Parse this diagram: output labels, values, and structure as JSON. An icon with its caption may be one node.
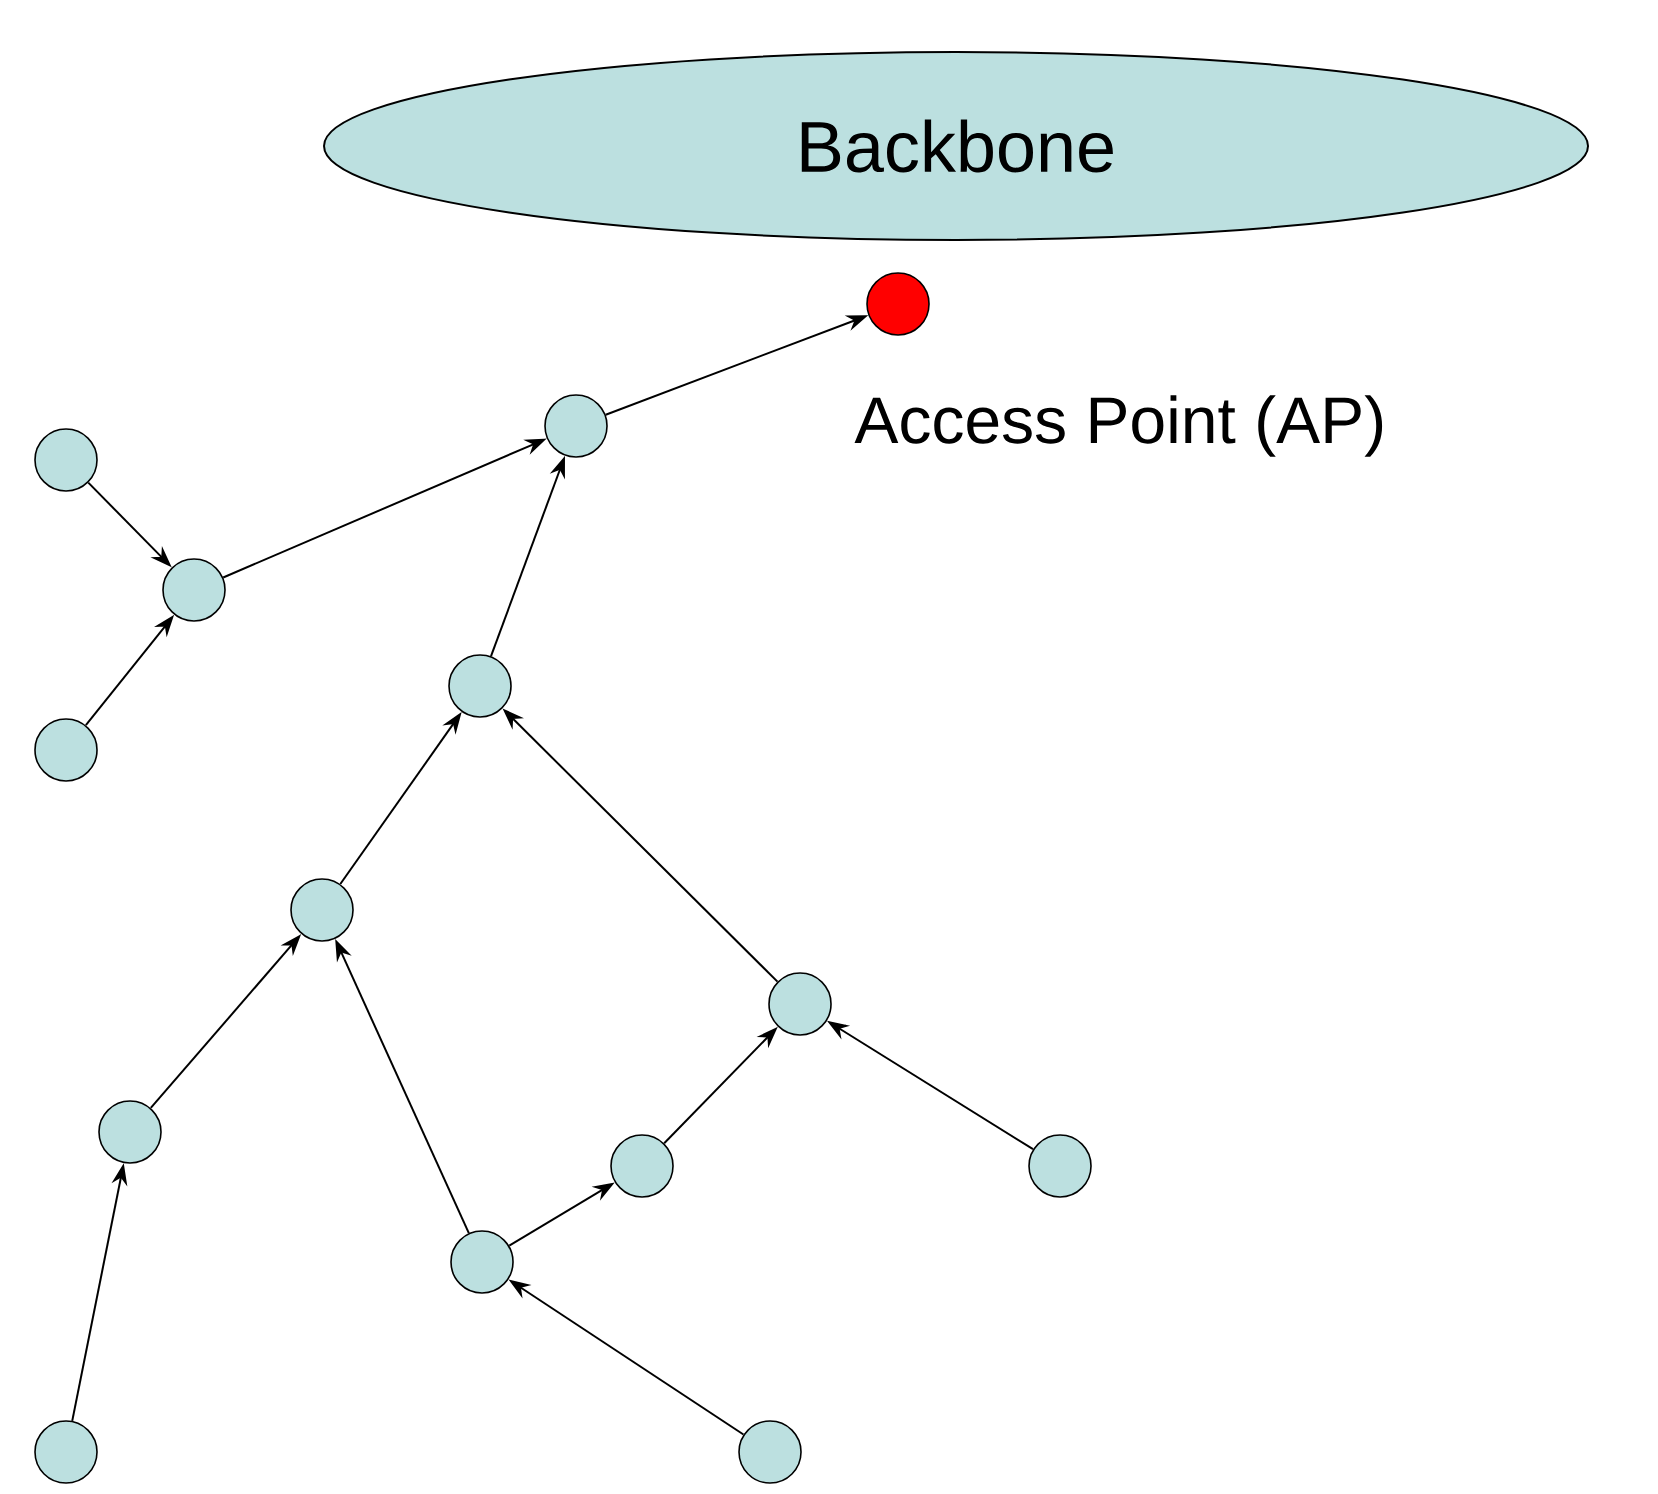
{
  "diagram": {
    "nodes": [
      {
        "text": [
          "Backbone"
        ]
      },
      {
        "text": [],
        "shape": "circle",
        "beside": [
          "Access Point (AP)"
        ]
      },
      {
        "text": [],
        "shape": "circle"
      },
      {
        "text": [],
        "shape": "circle"
      },
      {
        "text": [],
        "shape": "circle"
      },
      {
        "text": [],
        "shape": "circle"
      },
      {
        "text": [],
        "shape": "circle"
      },
      {
        "text": [],
        "shape": "circle"
      },
      {
        "text": [],
        "shape": "circle"
      },
      {
        "text": [],
        "shape": "circle"
      },
      {
        "text": [],
        "shape": "circle"
      },
      {
        "text": [],
        "shape": "circle"
      },
      {
        "text": [],
        "shape": "circle"
      },
      {
        "text": [],
        "shape": "circle"
      },
      {
        "text": [],
        "shape": "circle"
      }
    ],
    "edges": [
      {
        "from": 3,
        "to": 1,
        "arrow": "to"
      },
      {
        "from": 2,
        "to": 4,
        "arrow": "to"
      },
      {
        "from": 6,
        "to": 4,
        "arrow": "to"
      },
      {
        "from": 4,
        "to": 3,
        "arrow": "to"
      },
      {
        "from": 5,
        "to": 3,
        "arrow": "to"
      },
      {
        "from": 7,
        "to": 5,
        "arrow": "to"
      },
      {
        "from": 8,
        "to": 5,
        "arrow": "to"
      },
      {
        "from": 9,
        "to": 7,
        "arrow": "to"
      },
      {
        "from": 12,
        "to": 7,
        "arrow": "to"
      },
      {
        "from": 10,
        "to": 8,
        "arrow": "to"
      },
      {
        "from": 11,
        "to": 8,
        "arrow": "to"
      },
      {
        "from": 12,
        "to": 10,
        "arrow": "to"
      },
      {
        "from": 13,
        "to": 9,
        "arrow": "to"
      },
      {
        "from": 14,
        "to": 12,
        "arrow": "to"
      }
    ]
  }
}
